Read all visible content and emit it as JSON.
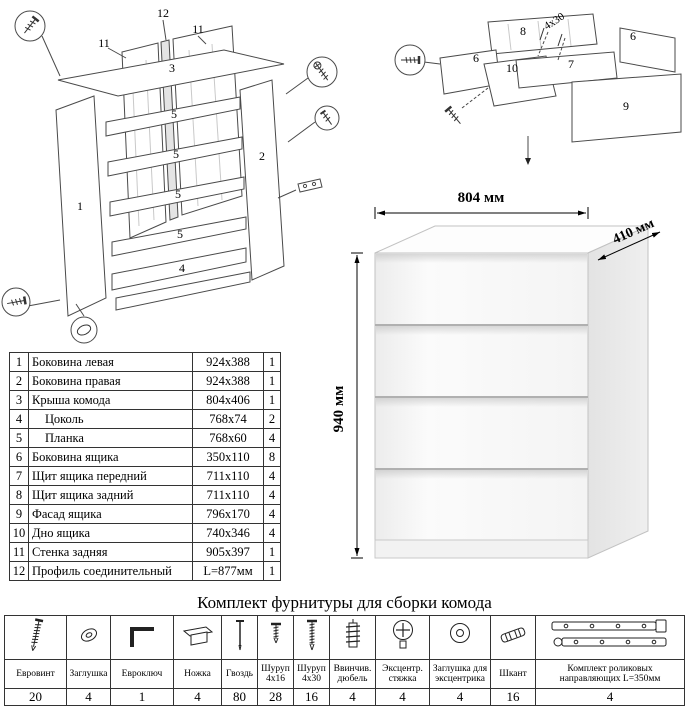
{
  "sheet": {
    "hardware_title": "Комплект фурнитуры для сборки комода"
  },
  "frame_diagram": {
    "labels": {
      "p12": "12",
      "p11a": "11",
      "p11b": "11",
      "p3": "3",
      "p5a": "5",
      "p5b": "5",
      "p5c": "5",
      "p5d": "5",
      "p1": "1",
      "p2": "2",
      "p4": "4"
    }
  },
  "drawer_diagram": {
    "labels": {
      "p8": "8",
      "p6a": "6",
      "p6b": "6",
      "p7": "7",
      "p10": "10",
      "p9": "9",
      "screw_size": "4x30"
    }
  },
  "render": {
    "width_label": "804 мм",
    "depth_label": "410 мм",
    "height_label": "940 мм"
  },
  "parts_table": {
    "rows": [
      {
        "num": "1",
        "name": "Боковина левая",
        "size": "924x388",
        "qty": "1"
      },
      {
        "num": "2",
        "name": "Боковина правая",
        "size": "924x388",
        "qty": "1"
      },
      {
        "num": "3",
        "name": "Крыша комода",
        "size": "804x406",
        "qty": "1"
      },
      {
        "num": "4",
        "name": "Цоколь",
        "size": "768x74",
        "qty": "2"
      },
      {
        "num": "5",
        "name": "Планка",
        "size": "768x60",
        "qty": "4"
      },
      {
        "num": "6",
        "name": "Боковина ящика",
        "size": "350x110",
        "qty": "8"
      },
      {
        "num": "7",
        "name": "Щит ящика передний",
        "size": "711x110",
        "qty": "4"
      },
      {
        "num": "8",
        "name": "Щит ящика задний",
        "size": "711x110",
        "qty": "4"
      },
      {
        "num": "9",
        "name": "Фасад ящика",
        "size": "796x170",
        "qty": "4"
      },
      {
        "num": "10",
        "name": "Дно ящика",
        "size": "740x346",
        "qty": "4"
      },
      {
        "num": "11",
        "name": "Стенка задняя",
        "size": "905x397",
        "qty": "1"
      },
      {
        "num": "12",
        "name": "Профиль соединительный",
        "size": "L=877мм",
        "qty": "1"
      }
    ]
  },
  "hardware_table": {
    "items": [
      {
        "name": "Евровинт",
        "qty": "20",
        "icon": "confirmat-screw"
      },
      {
        "name": "Заглушка",
        "qty": "4",
        "icon": "screw-cap"
      },
      {
        "name": "Евроключ",
        "qty": "1",
        "icon": "hex-key"
      },
      {
        "name": "Ножка",
        "qty": "4",
        "icon": "leg"
      },
      {
        "name": "Гвоздь",
        "qty": "80",
        "icon": "nail"
      },
      {
        "name": "Шуруп 4x16",
        "qty": "28",
        "icon": "screw-4x16"
      },
      {
        "name": "Шуруп 4x30",
        "qty": "16",
        "icon": "screw-4x30"
      },
      {
        "name": "Ввинчив. дюбель",
        "qty": "4",
        "icon": "threaded-dowel"
      },
      {
        "name": "Эксцентр. стяжка",
        "qty": "4",
        "icon": "cam-lock"
      },
      {
        "name": "Заглушка для эксцентрика",
        "qty": "4",
        "icon": "cam-cap"
      },
      {
        "name": "Шкант",
        "qty": "16",
        "icon": "wooden-dowel"
      },
      {
        "name": "Комплект роликовых направляющих L=350мм",
        "qty": "4",
        "icon": "roller-guides"
      }
    ]
  }
}
